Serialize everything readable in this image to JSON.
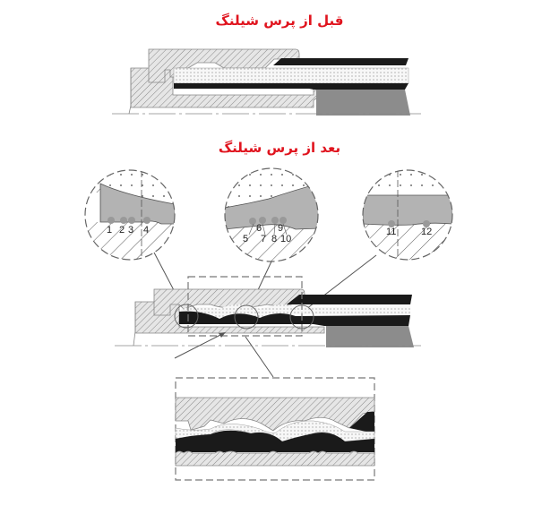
{
  "titles": {
    "before": "قبل از پرس شیلنگ",
    "after": "بعد از پرس شیلنگ"
  },
  "colors": {
    "title": "#e0141e",
    "hatch_fill": "#d4d4d4",
    "rubber_black": "#1a1a1a",
    "reinforcement_dots": "#f2f2f2",
    "hose_grey": "#8c8c8c",
    "detail_grey": "#b3b3b3",
    "outline": "#777777"
  },
  "detail_circles": [
    {
      "id": "detail-1",
      "labels": [
        "1",
        "2",
        "3",
        "4"
      ]
    },
    {
      "id": "detail-2",
      "labels": [
        "5",
        "6",
        "7",
        "8",
        "9",
        "10"
      ]
    },
    {
      "id": "detail-3",
      "labels": [
        "11",
        "12"
      ]
    }
  ],
  "labels": {
    "n1": "1",
    "n2": "2",
    "n3": "3",
    "n4": "4",
    "n5": "5",
    "n6": "6",
    "n7": "7",
    "n8": "8",
    "n9": "9",
    "n10": "10",
    "n11": "11",
    "n12": "12"
  }
}
